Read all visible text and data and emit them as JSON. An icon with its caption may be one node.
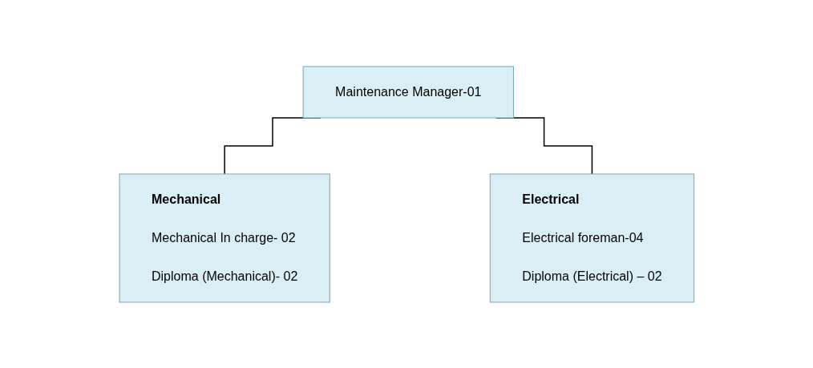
{
  "diagram": {
    "nodes": [
      {
        "text": [
          "Maintenance Manager-01"
        ]
      },
      {
        "text": [
          "Mechanical",
          "Mechanical In charge- 02",
          "Diploma (Mechanical)- 02"
        ]
      },
      {
        "text": [
          "Electrical",
          "Electrical foreman-04",
          "Diploma (Electrical) – 02"
        ]
      }
    ],
    "edges": [
      {
        "from": 0,
        "to": 1,
        "arrow": "none"
      },
      {
        "from": 0,
        "to": 2,
        "arrow": "none"
      }
    ]
  }
}
